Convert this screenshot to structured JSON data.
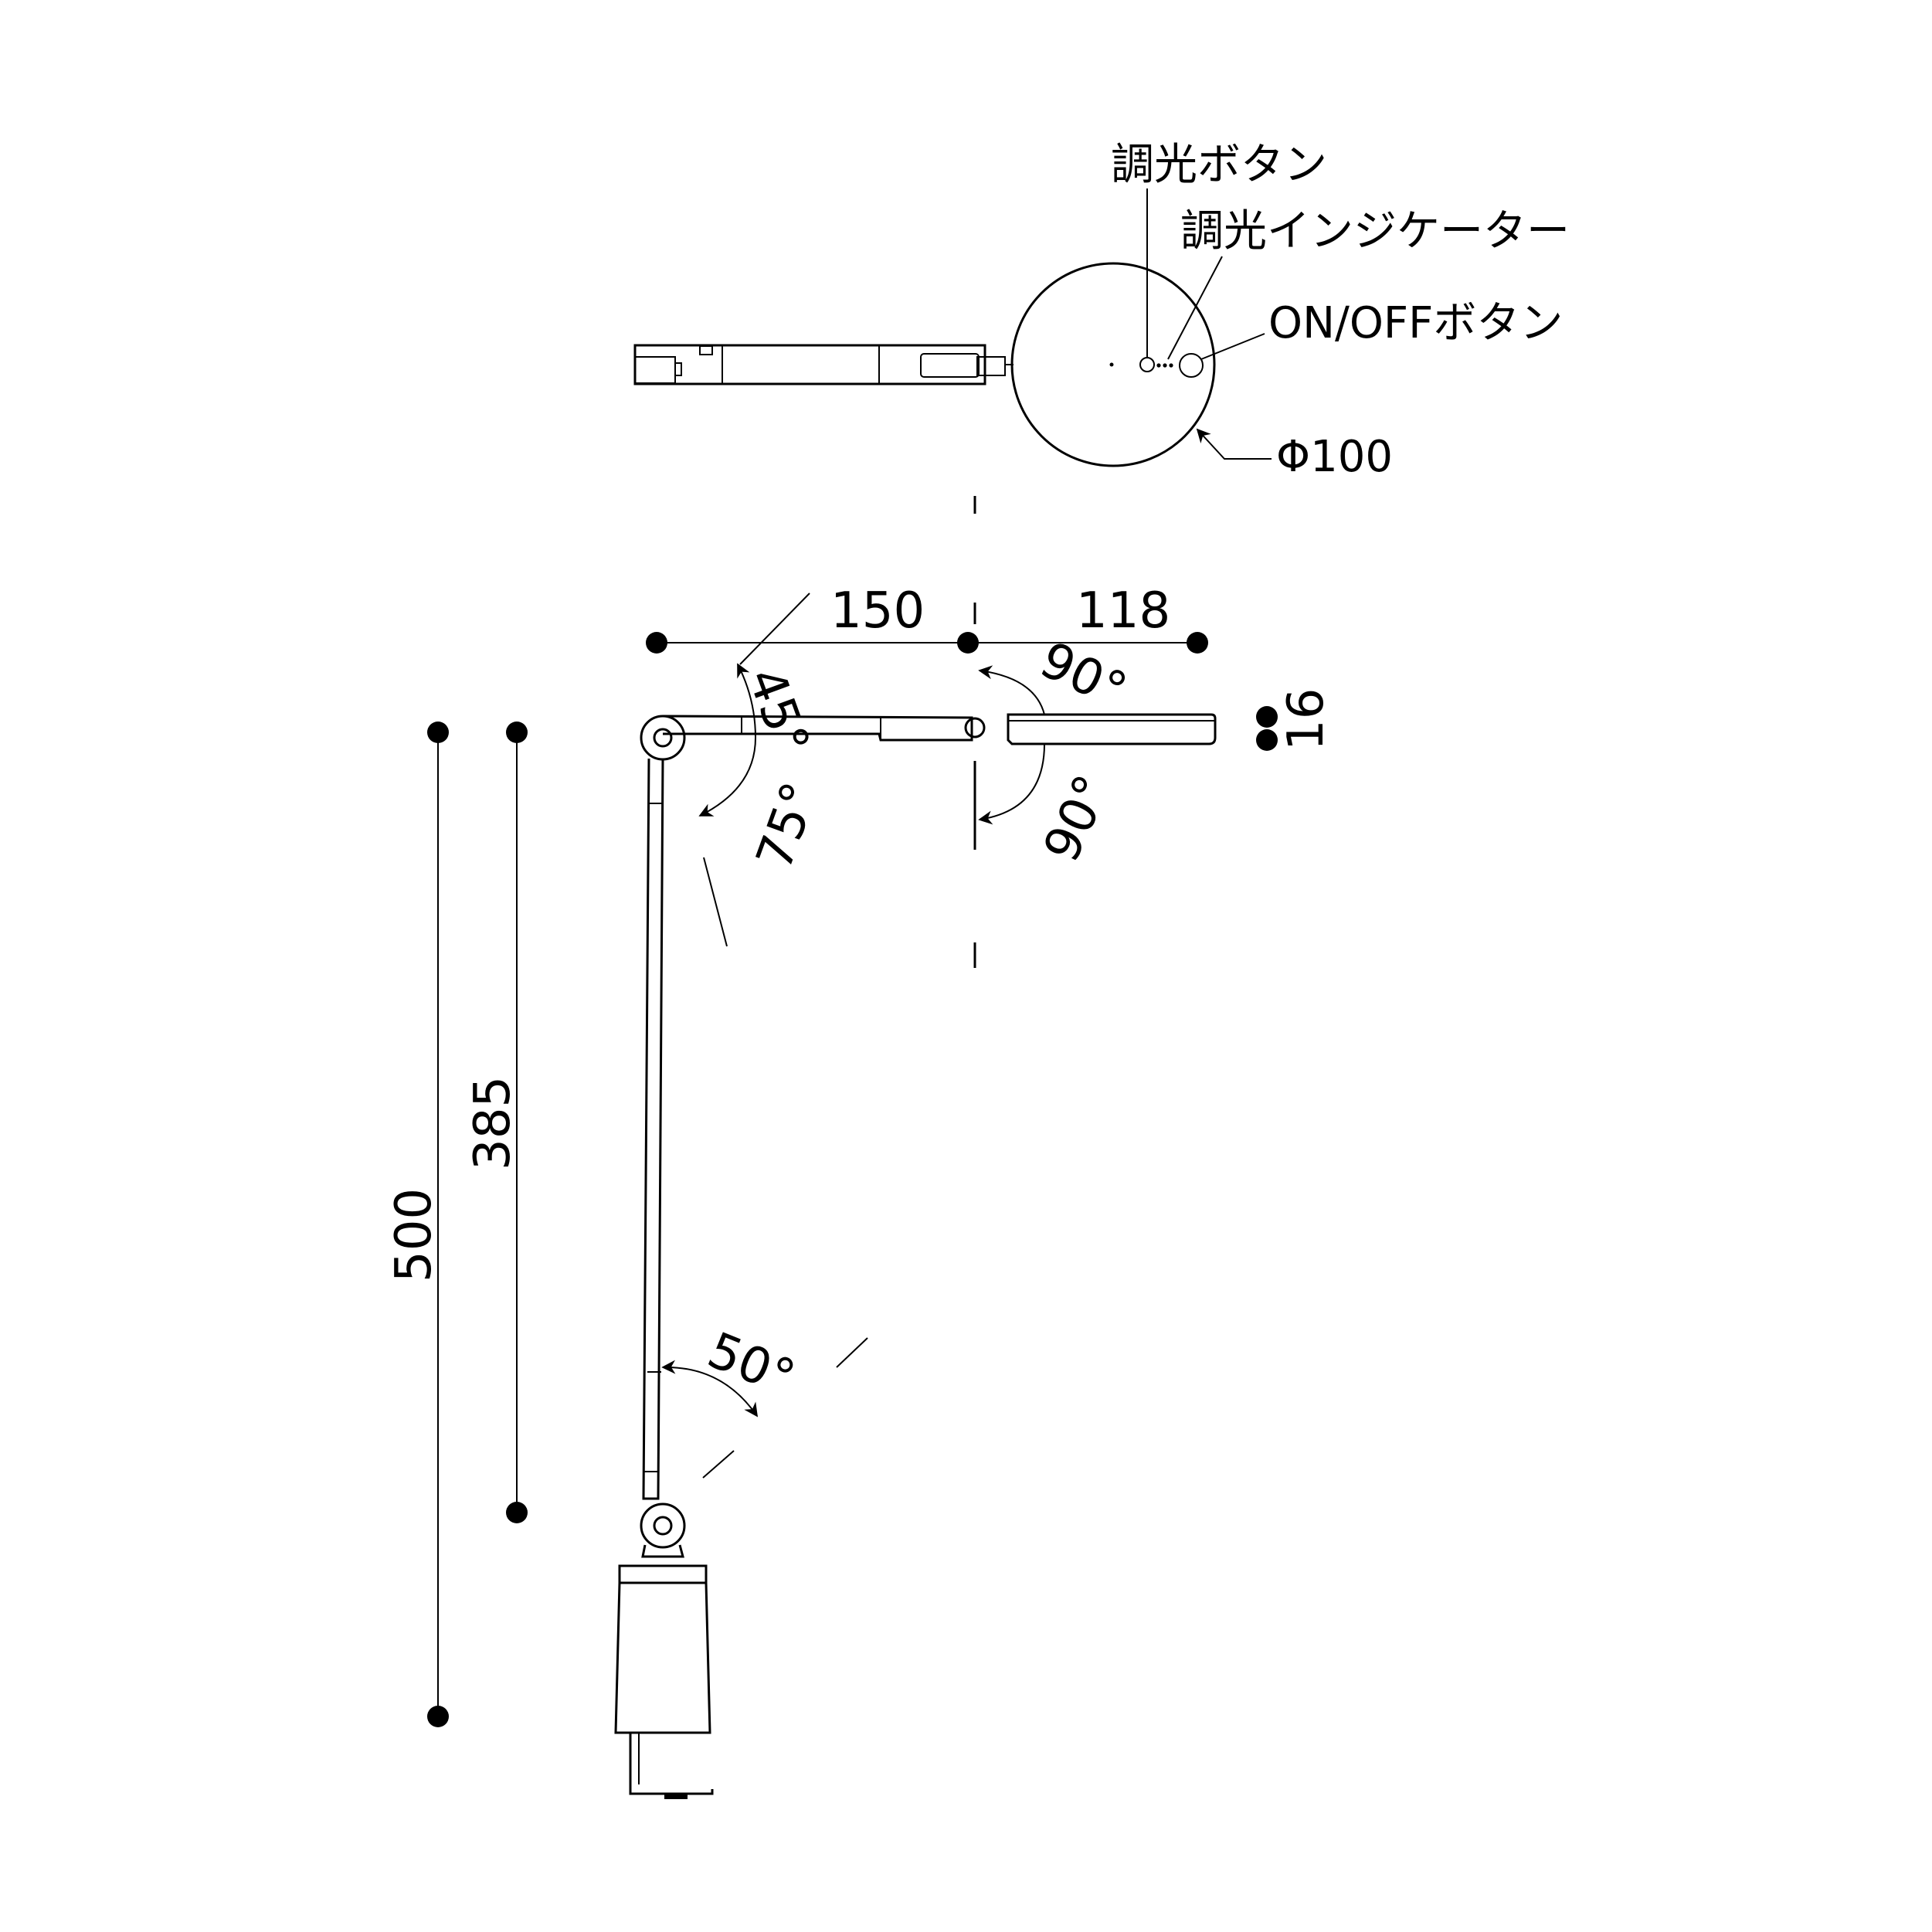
{
  "callouts": {
    "dimmer_button": "調光ボタン",
    "dimmer_indicator": "調光インジケーター",
    "power_button": "ON/OFFボタン",
    "head_diameter": "Φ100"
  },
  "dimensions": {
    "arm_length": "150",
    "head_length": "118",
    "head_thickness": "16",
    "total_height": "500",
    "pole_height": "385"
  },
  "angles": {
    "arm_up": "45°",
    "arm_down": "75°",
    "head_up": "90°",
    "head_down": "90°",
    "pole_tilt": "50°"
  }
}
